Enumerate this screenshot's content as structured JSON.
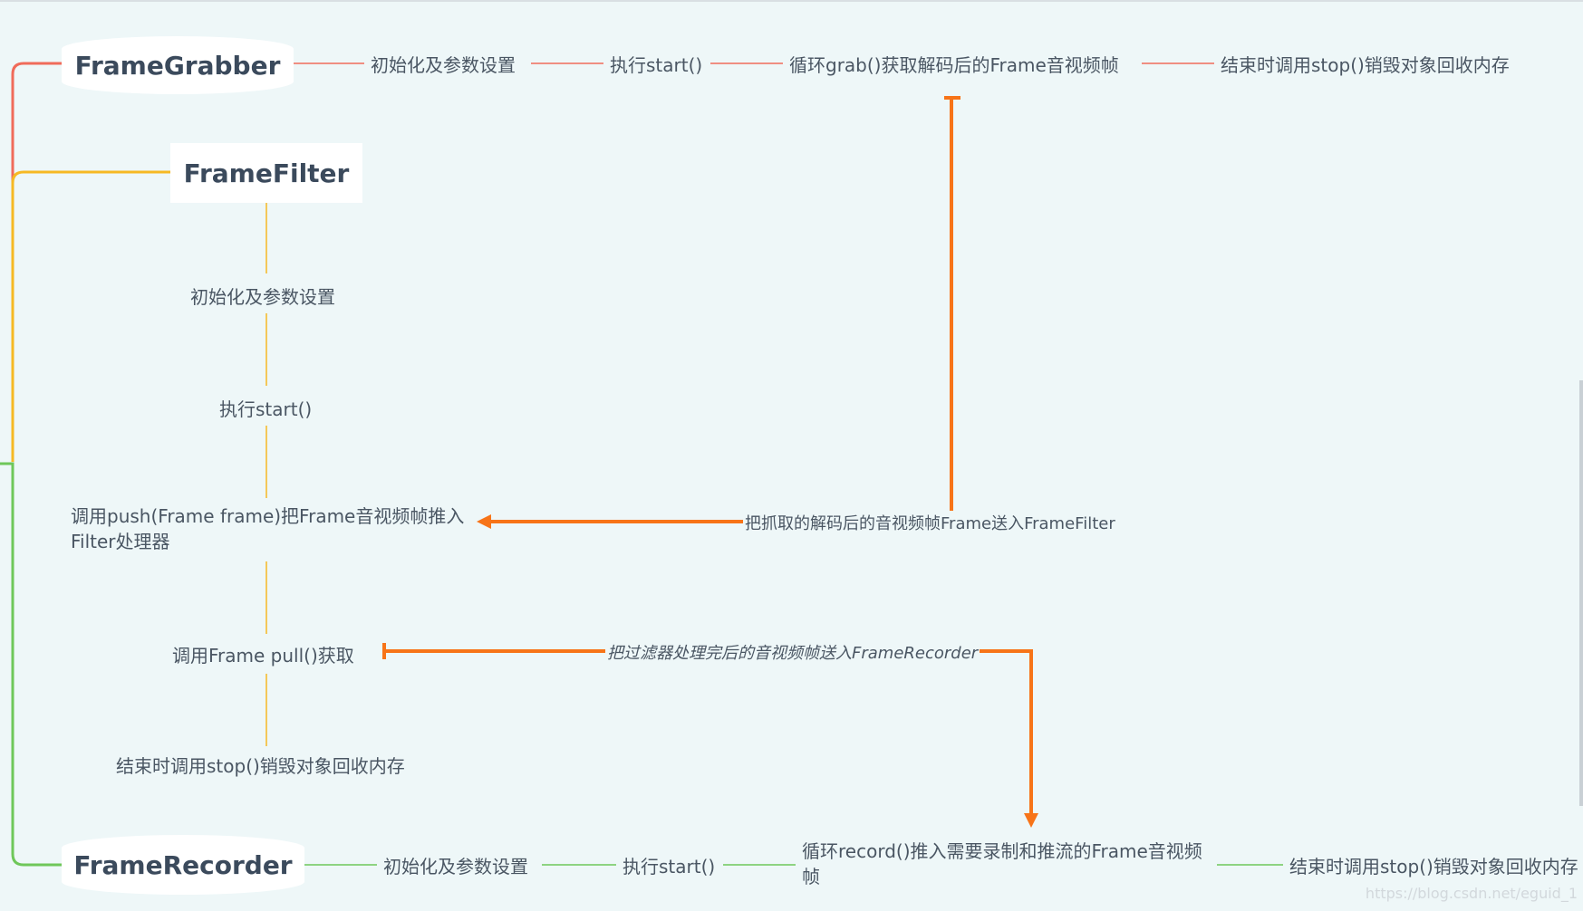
{
  "colors": {
    "grabber": "#f06b5a",
    "filter": "#f6b924",
    "recorder": "#6fc75a",
    "relation": "#f77418"
  },
  "grabber": {
    "title": "FrameGrabber",
    "steps": [
      "初始化及参数设置",
      "执行start()",
      "循环grab()获取解码后的Frame音视频帧",
      "结束时调用stop()销毁对象回收内存"
    ]
  },
  "filter": {
    "title": "FrameFilter",
    "steps": [
      "初始化及参数设置",
      "执行start()",
      "调用push(Frame frame)把Frame音视频帧推入Filter处理器",
      "调用Frame pull()获取",
      "结束时调用stop()销毁对象回收内存"
    ]
  },
  "recorder": {
    "title": "FrameRecorder",
    "steps": [
      "初始化及参数设置",
      "执行start()",
      "循环record()推入需要录制和推流的Frame音视频帧",
      "结束时调用stop()销毁对象回收内存"
    ]
  },
  "relations": {
    "grab_to_push": "把抓取的解码后的音视频帧Frame送入FrameFilter",
    "pull_to_record": "把过滤器处理完后的音视频帧送入FrameRecorder"
  },
  "watermark": "https://blog.csdn.net/eguid_1"
}
